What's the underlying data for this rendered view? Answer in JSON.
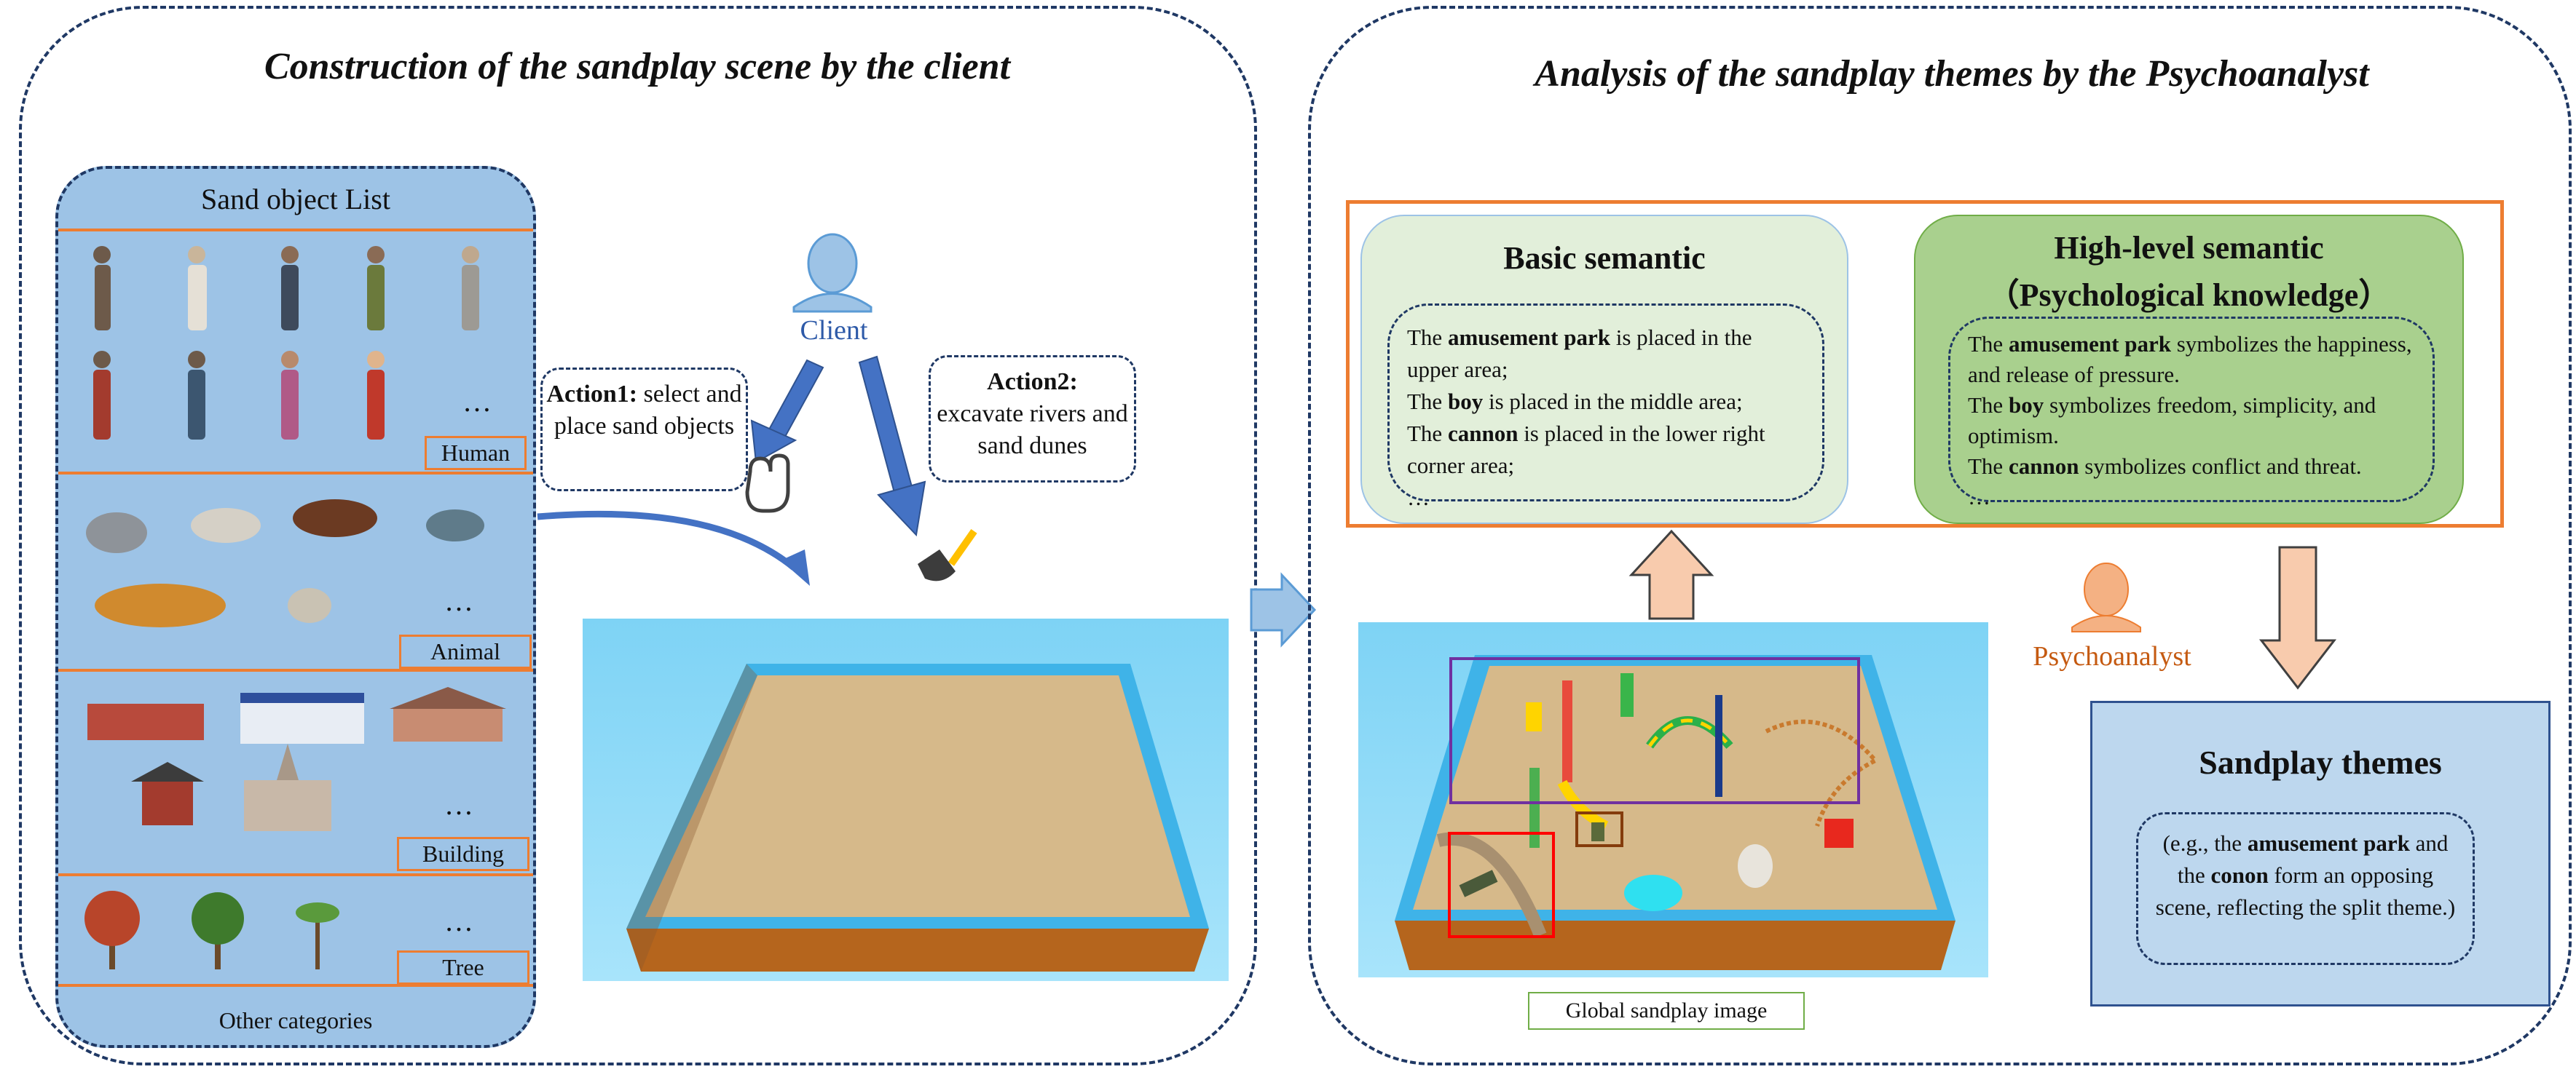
{
  "left_panel": {
    "title": "Construction of the sandplay scene by the client",
    "catalog": {
      "title": "Sand object List",
      "categories": [
        {
          "label": "Human",
          "ellipsis": "…"
        },
        {
          "label": "Animal",
          "ellipsis": "…"
        },
        {
          "label": "Building",
          "ellipsis": "…"
        },
        {
          "label": "Tree",
          "ellipsis": "…"
        }
      ],
      "other": "Other categories"
    },
    "client_label": "Client",
    "action1": {
      "bold": "Action1:",
      "text": " select and place sand objects"
    },
    "action2": {
      "bold": "Action2:",
      "text": "excavate rivers and sand dunes"
    }
  },
  "right_panel": {
    "title": "Analysis of the sandplay themes by the Psychoanalyst",
    "basic": {
      "title": "Basic semantic",
      "lines": [
        {
          "pre": "The ",
          "bold": "amusement park",
          "post": " is placed in the upper area;"
        },
        {
          "pre": "The ",
          "bold": "boy",
          "post": " is placed in the middle area;"
        },
        {
          "pre": "The ",
          "bold": "cannon",
          "post": " is placed in the lower right corner area;"
        }
      ],
      "ellipsis": "…"
    },
    "high": {
      "title_line1": "High-level semantic",
      "title_line2": "（Psychological knowledge）",
      "lines": [
        {
          "pre": "The ",
          "bold": "amusement park",
          "post": " symbolizes the happiness, and release of pressure."
        },
        {
          "pre": "The ",
          "bold": "boy",
          "post": " symbolizes freedom, simplicity, and optimism."
        },
        {
          "pre": "The ",
          "bold": "cannon",
          "post": " symbolizes conflict and threat."
        }
      ],
      "ellipsis": "…"
    },
    "psychoanalyst_label": "Psychoanalyst",
    "global_image_label": "Global sandplay image",
    "themes": {
      "title": "Sandplay themes",
      "p1": "(e.g., the ",
      "b1": "amusement park",
      "p2": " and the ",
      "b2": "conon",
      "p3": " form an opposing scene, reflecting the split theme.)"
    }
  },
  "colors": {
    "panel_border": "#1f3864",
    "catalog_fill": "#9dc3e6",
    "divider": "#ed7d31",
    "arrow_blue": "#4472c4",
    "basic_fill": "#e2efda",
    "high_fill": "#a9d08e",
    "themes_fill": "#bdd7ee",
    "peach": "#f8cbad",
    "sand": "#d6b98a"
  }
}
